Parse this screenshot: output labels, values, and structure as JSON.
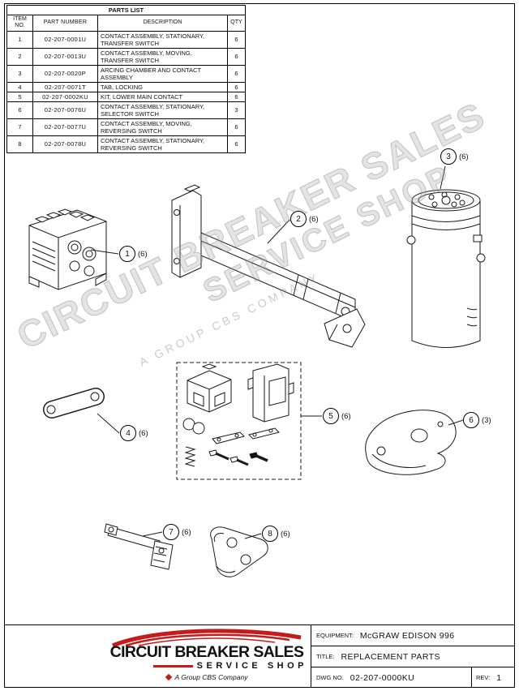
{
  "parts_list": {
    "title": "PARTS LIST",
    "headers": {
      "item": "ITEM NO.",
      "part": "PART NUMBER",
      "desc": "DESCRIPTION",
      "qty": "QTY"
    },
    "rows": [
      {
        "item": "1",
        "part": "02-207-0001U",
        "desc": "CONTACT ASSEMBLY, STATIONARY, TRANSFER SWITCH",
        "qty": "6"
      },
      {
        "item": "2",
        "part": "02-207-0013U",
        "desc": "CONTACT ASSEMBLY, MOVING, TRANSFER SWITCH",
        "qty": "6"
      },
      {
        "item": "3",
        "part": "02-207-0020P",
        "desc": "ARCING CHAMBER AND CONTACT ASSEMBLY",
        "qty": "6"
      },
      {
        "item": "4",
        "part": "02-207-0071T",
        "desc": "TAB, LOCKING",
        "qty": "6"
      },
      {
        "item": "5",
        "part": "02-207-0002KU",
        "desc": "KIT, LOWER MAIN CONTACT",
        "qty": "6"
      },
      {
        "item": "6",
        "part": "02-207-0076U",
        "desc": "CONTACT ASSEMBLY, STATIONARY, SELECTOR SWITCH",
        "qty": "3"
      },
      {
        "item": "7",
        "part": "02-207-0077U",
        "desc": "CONTACT ASSEMBLY, MOVING, REVERSING SWITCH",
        "qty": "6"
      },
      {
        "item": "8",
        "part": "02-207-0078U",
        "desc": "CONTACT ASSEMBLY, STATIONARY, REVERSING SWITCH",
        "qty": "6"
      }
    ]
  },
  "callouts": [
    {
      "item": "1",
      "qty": "(6)"
    },
    {
      "item": "2",
      "qty": "(6)"
    },
    {
      "item": "3",
      "qty": "(6)"
    },
    {
      "item": "4",
      "qty": "(6)"
    },
    {
      "item": "5",
      "qty": "(6)"
    },
    {
      "item": "6",
      "qty": "(3)"
    },
    {
      "item": "7",
      "qty": "(6)"
    },
    {
      "item": "8",
      "qty": "(6)"
    }
  ],
  "watermark": {
    "line1": "CIRCUIT BREAKER SALES",
    "line2": "SERVICE SHOP",
    "line3": "A GROUP CBS COMPANY"
  },
  "logo": {
    "name": "CIRCUIT BREAKER SALES",
    "shop": "SERVICE SHOP",
    "company": "A Group CBS Company"
  },
  "title_block": {
    "equipment_label": "EQUIPMENT:",
    "equipment": "McGRAW EDISON 996",
    "title_label": "TITLE:",
    "title": "REPLACEMENT PARTS",
    "dwg_label": "DWG NO.",
    "dwg": "02-207-0000KU",
    "rev_label": "REV:",
    "rev": "1"
  },
  "colors": {
    "accent_red": "#c41b1b",
    "line": "#1a1a1a"
  }
}
